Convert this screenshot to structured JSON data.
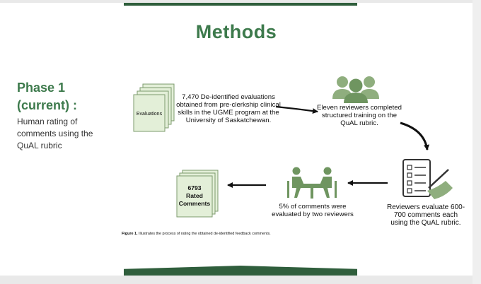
{
  "slide": {
    "title": "Methods",
    "phase_title": "Phase 1 (current) :",
    "phase_description": "Human rating of comments using the QuAL rubric"
  },
  "diagram": {
    "evaluations_doc_label": "Evaluations",
    "step1_text": "7,470 De-identified evaluations obtained from pre-clerkship clinical skills in the UGME program at the University of Saskatchewan.",
    "step2_text": "Eleven reviewers completed structured training on the QuAL rubric.",
    "step3_text": "Reviewers evaluate 600-700 comments each using the QuAL rubric.",
    "step4_text": "5% of comments were evaluated by two reviewers",
    "rated_number": "6793",
    "rated_line1": "Rated",
    "rated_line2": "Comments"
  },
  "figure": {
    "label": "Figure 1.",
    "caption": " Illustrates the process of rating the obtained de-identified feedback comments."
  },
  "colors": {
    "accent": "#3d7a4c",
    "bar": "#2f5e3c",
    "icon_green": "#8fae7e",
    "doc_fill": "#e3efd8"
  }
}
